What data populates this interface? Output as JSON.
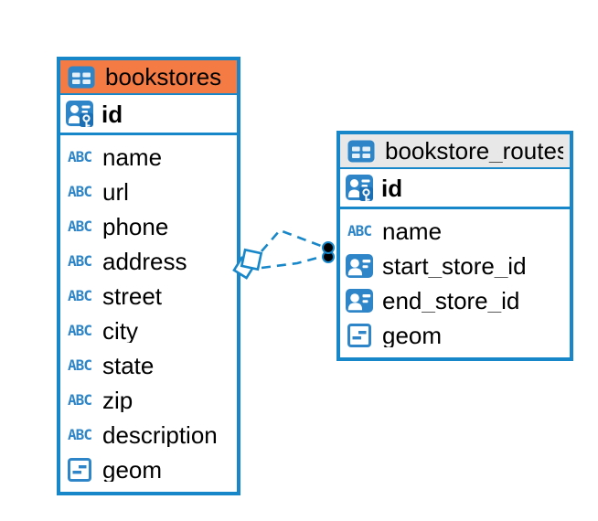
{
  "diagram": {
    "colors": {
      "accent_blue": "#1787c9",
      "icon_blue": "#2e86c8",
      "key_badge_blue": "#1a6fb5",
      "selected_header_orange": "#f47b43",
      "header_gray": "#e8e8e8",
      "row_background": "#ffffff",
      "text": "#000000",
      "relationship_dot_black": "#000000"
    },
    "icons": {
      "text_type_glyph": "ABC"
    },
    "tables": [
      {
        "name": "bookstores",
        "header_style": "orange-selected",
        "primary_key": {
          "label": "id"
        },
        "columns": [
          {
            "label": "name",
            "type": "text"
          },
          {
            "label": "url",
            "type": "text"
          },
          {
            "label": "phone",
            "type": "text"
          },
          {
            "label": "address",
            "type": "text"
          },
          {
            "label": "street",
            "type": "text"
          },
          {
            "label": "city",
            "type": "text"
          },
          {
            "label": "state",
            "type": "text"
          },
          {
            "label": "zip",
            "type": "text"
          },
          {
            "label": "description",
            "type": "text"
          },
          {
            "label": "geom",
            "type": "geometry"
          }
        ]
      },
      {
        "name": "bookstore_routes",
        "header_style": "gray",
        "primary_key": {
          "label": "id"
        },
        "columns": [
          {
            "label": "name",
            "type": "text"
          },
          {
            "label": "start_store_id",
            "type": "reference"
          },
          {
            "label": "end_store_id",
            "type": "reference"
          },
          {
            "label": "geom",
            "type": "geometry"
          }
        ]
      }
    ],
    "connector": {
      "style": "dashed",
      "line_count": 2,
      "from_table": "bookstores",
      "to_table": "bookstore_routes",
      "from_endpoint": "diamond",
      "to_endpoint": "dot"
    }
  }
}
